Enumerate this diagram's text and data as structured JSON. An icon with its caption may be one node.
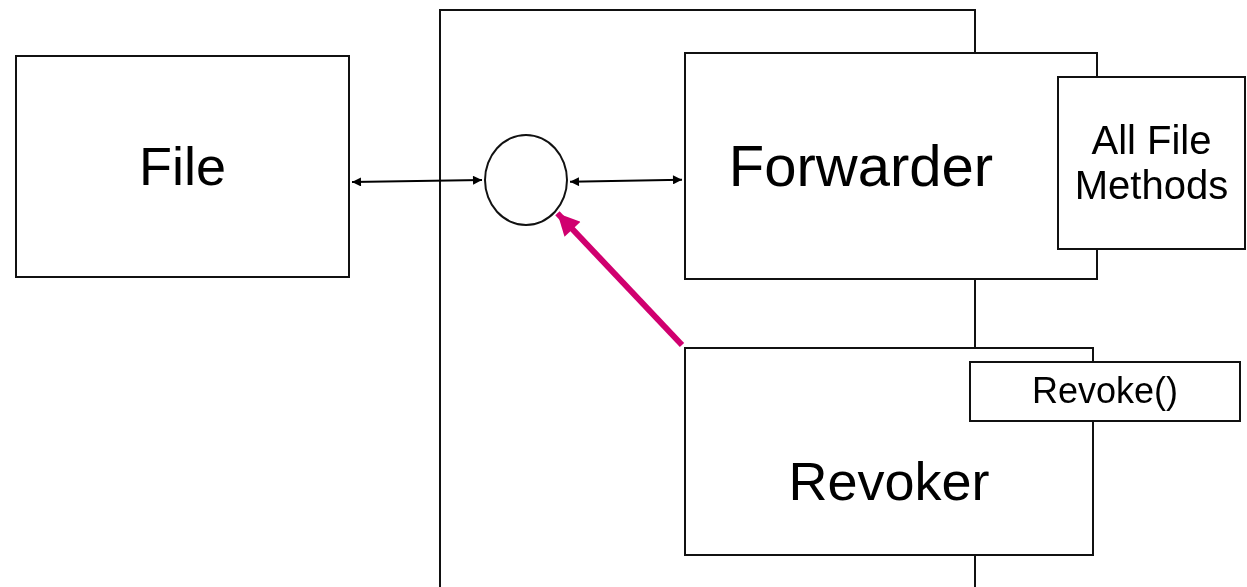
{
  "diagram": {
    "nodes": [
      {
        "text": [
          "File"
        ]
      },
      {
        "text": [],
        "shape": "box"
      },
      {
        "text": [],
        "shape": "circle",
        "in": 1
      },
      {
        "text": [
          "Forwarder"
        ]
      },
      {
        "text": [
          "All File Methods"
        ]
      },
      {
        "text": [
          "Revoker"
        ]
      },
      {
        "text": [
          "Revoke()"
        ]
      }
    ],
    "edges": [
      {
        "from": 0,
        "to": 2,
        "arrow": "both"
      },
      {
        "from": 2,
        "to": 3,
        "arrow": "both"
      },
      {
        "from": 5,
        "to": 2,
        "arrow": "to",
        "style": "thick",
        "color": "#d0006f"
      }
    ]
  }
}
